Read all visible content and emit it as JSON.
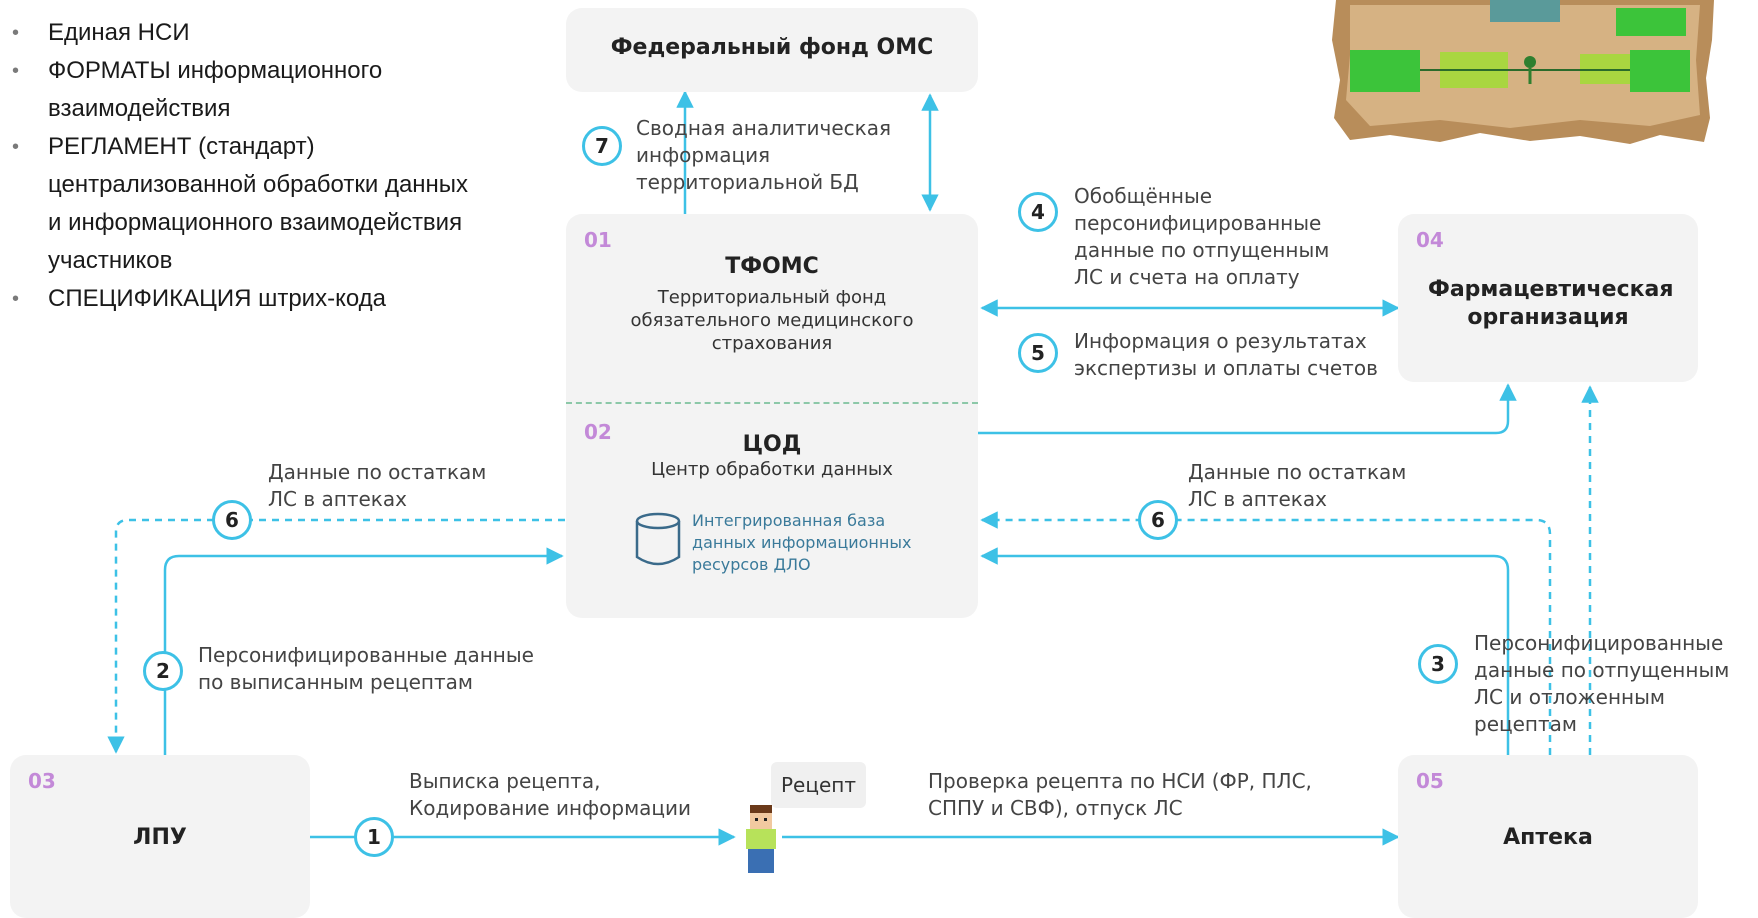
{
  "bullets": [
    "Единая НСИ",
    "ФОРМАТЫ информационного взаимодействия",
    "РЕГЛАМЕНТ (стандарт) централизованной обработки данных и информационного взаимодействия участников",
    "СПЕЦИФИКАЦИЯ штрих-кода"
  ],
  "boxes": {
    "ffoms": {
      "title": "Федеральный фонд ОМС"
    },
    "tfoms": {
      "num": "01",
      "title": "ТФОМС",
      "sub": "Территориальный фонд обязательного медицинского страхования"
    },
    "cod": {
      "num": "02",
      "title": "ЦОД",
      "sub": "Центр обработки данных",
      "db": "Интегрированная база данных информационных ресурсов ДЛО"
    },
    "lpu": {
      "num": "03",
      "title": "ЛПУ"
    },
    "pharm_org": {
      "num": "04",
      "title": "Фармацевтическая организация"
    },
    "apteka": {
      "num": "05",
      "title": "Аптека"
    }
  },
  "flows": {
    "f7": {
      "num": "7",
      "text": "Сводная аналитическая информация территориальной БД"
    },
    "f4": {
      "num": "4",
      "text": "Обобщённые персонифицированные данные по отпущенным ЛС и счета на оплату"
    },
    "f5": {
      "num": "5",
      "text": "Информация о результатах экспертизы и оплаты счетов"
    },
    "f6_left": {
      "num": "6",
      "text": "Данные по остаткам ЛС в аптеках"
    },
    "f6_right": {
      "num": "6",
      "text": "Данные по остаткам ЛС в аптеках"
    },
    "f2": {
      "num": "2",
      "text": "Персонифицированные данные по выписанным рецептам"
    },
    "f3": {
      "num": "3",
      "text": "Персонифицированные данные по отпущенным ЛС и отложенным рецептам"
    },
    "f1": {
      "num": "1",
      "text": "Выписка рецепта, Кодирование информации"
    },
    "check": {
      "text": "Проверка рецепта по НСИ (ФР, ПЛС, СППУ и СВФ), отпуск ЛС"
    }
  },
  "recept_label": "Рецепт",
  "colors": {
    "accent": "#3dc1e6",
    "number": "#c389d8",
    "box": "#f3f3f3"
  }
}
